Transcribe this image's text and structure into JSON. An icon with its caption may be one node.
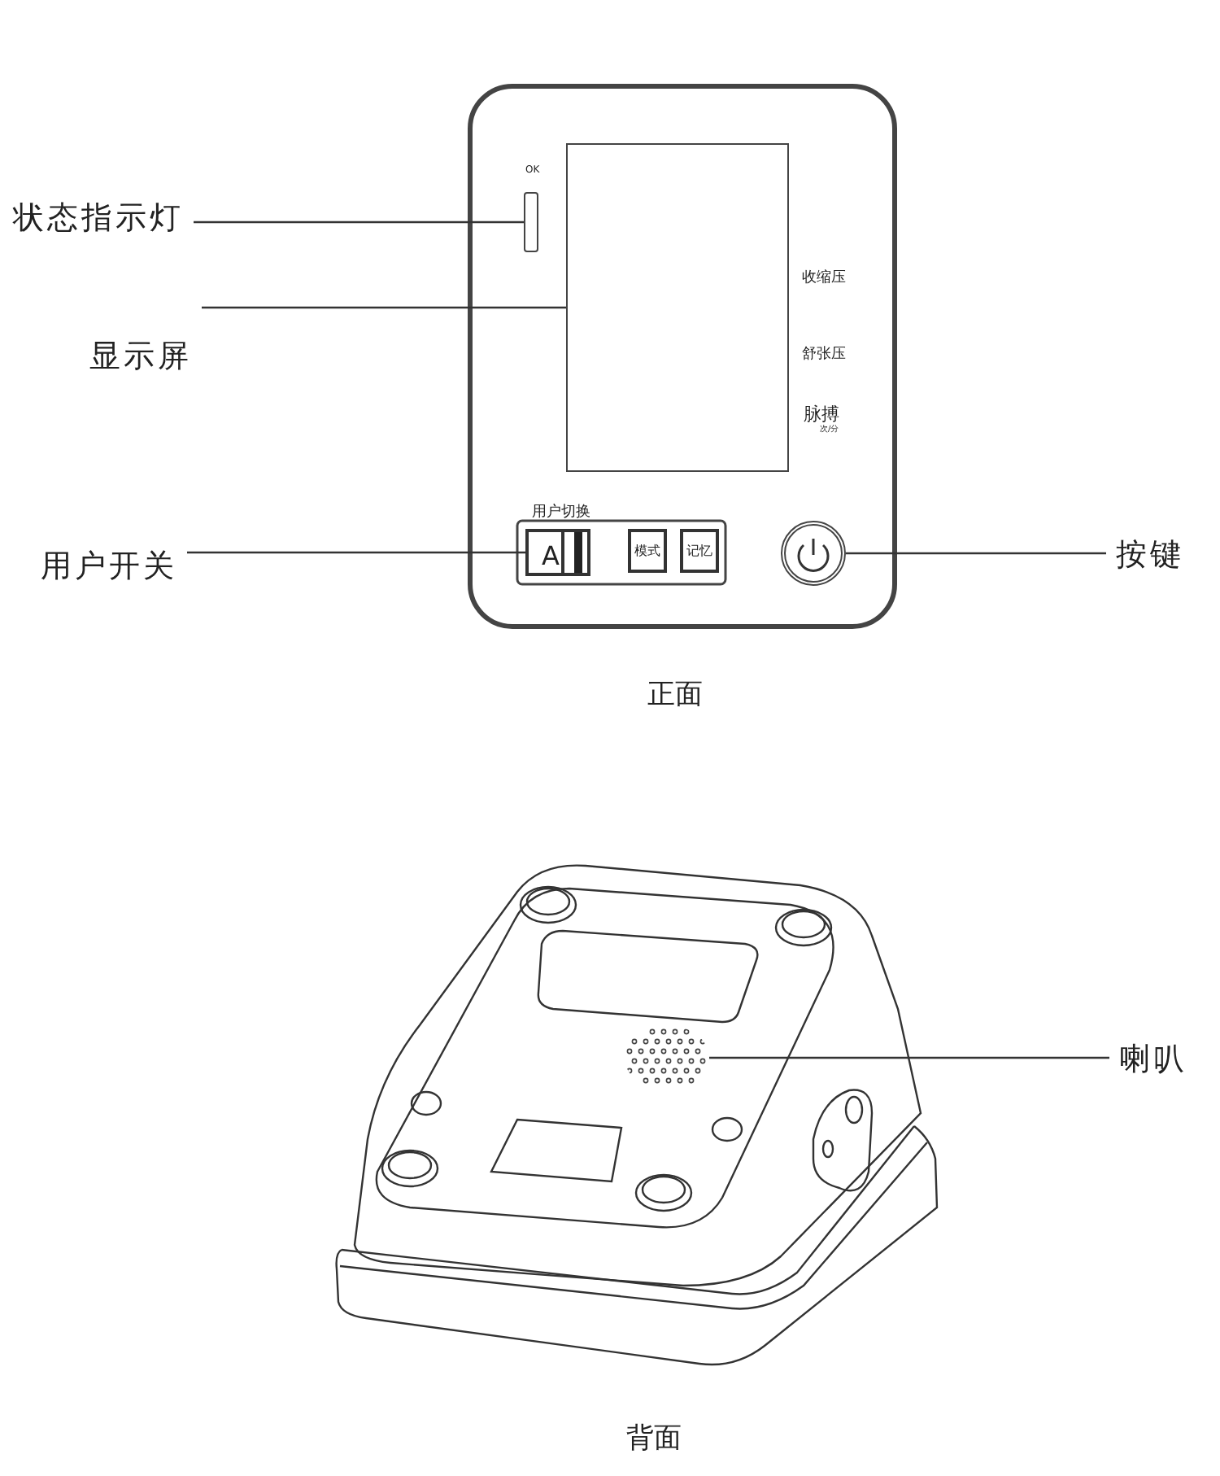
{
  "diagram": {
    "nodes": [
      {
        "text": [
          "状态指示灯"
        ]
      },
      {
        "text": [],
        "shape": "bar"
      },
      {
        "text": [
          "显示屏"
        ]
      },
      {
        "text": [],
        "shape": "box",
        "beside": [
          "收缩压",
          "舒张压",
          "脉搏",
          "次/分"
        ]
      },
      {
        "text": [
          "用户开关"
        ]
      },
      {
        "text": [
          "A"
        ]
      },
      {
        "text": [
          "按键"
        ]
      },
      {
        "text": [],
        "shape": "circle"
      },
      {
        "text": [
          "喇叭"
        ]
      },
      {
        "text": [],
        "shape": "circle"
      }
    ],
    "edges": [
      {
        "from": 0,
        "to": 1,
        "arrow": "none"
      },
      {
        "from": 2,
        "to": 3,
        "arrow": "none"
      },
      {
        "from": 4,
        "to": 5,
        "arrow": "none"
      },
      {
        "from": 6,
        "to": 7,
        "arrow": "none"
      },
      {
        "from": 8,
        "to": 9,
        "arrow": "none"
      }
    ],
    "labels": [
      "OK",
      "用户切换",
      "模式",
      "记忆",
      "正面",
      "背面"
    ]
  }
}
